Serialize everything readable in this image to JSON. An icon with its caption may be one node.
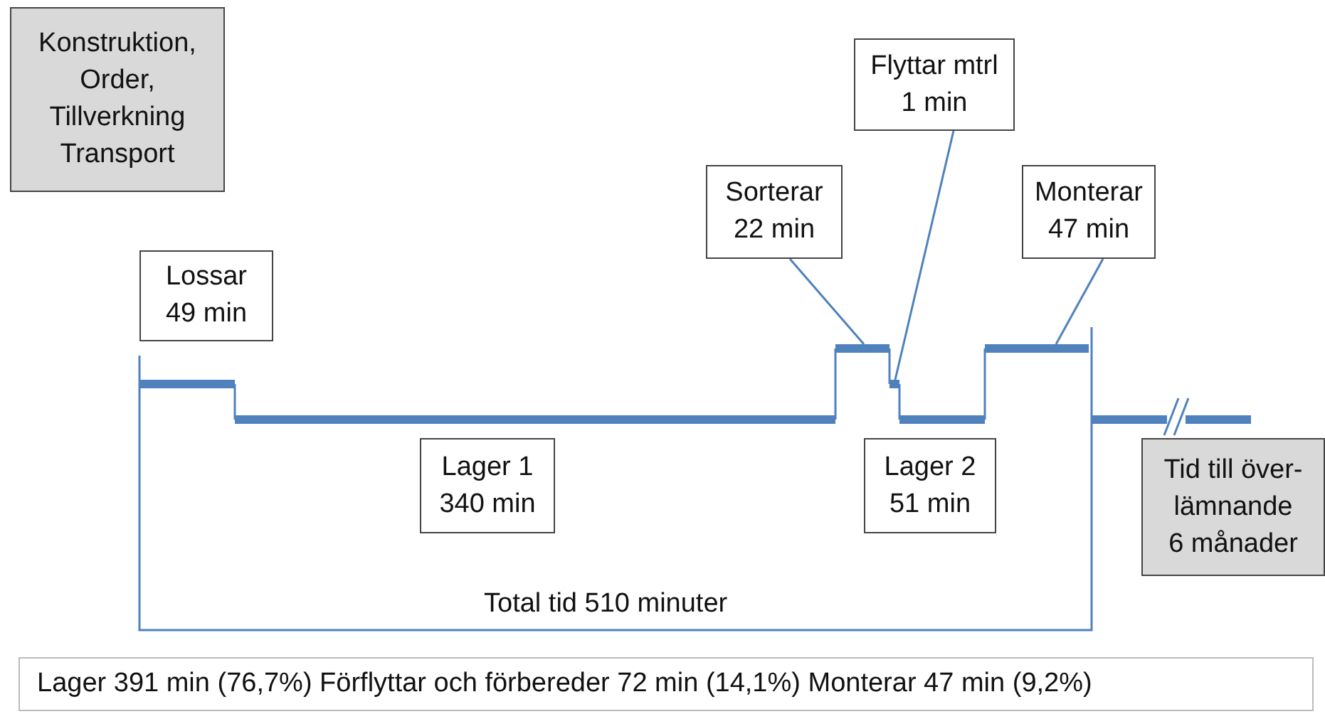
{
  "diagram": {
    "nodes": [
      {
        "text": [
          "Konstruktion, Order, Tillverkning Transport"
        ]
      },
      {
        "text": [
          "Flyttar mtrl 1 min"
        ]
      },
      {
        "text": [
          "Sorterar 22 min"
        ]
      },
      {
        "text": [
          "Monterar 47 min"
        ]
      },
      {
        "text": [
          "Lossar 49 min"
        ]
      },
      {
        "text": [],
        "shape": "bar"
      },
      {
        "text": [],
        "shape": "bar"
      },
      {
        "text": [],
        "shape": "bar"
      },
      {
        "text": [
          "Lager 1 340 min"
        ]
      },
      {
        "text": [
          "Lager 2 51 min"
        ]
      },
      {
        "text": [
          "Tid till över- lämnande 6 månader"
        ]
      },
      {
        "text": [
          "Lager 391 min (76,7%) Förflyttar och förbereder 72 min (14,1%) Monterar 47 min (9,2%)"
        ]
      }
    ],
    "edges": [
      {
        "from": 1,
        "to": 6,
        "arrow": "none"
      },
      {
        "from": 2,
        "to": 5,
        "arrow": "none"
      },
      {
        "from": 3,
        "to": 7,
        "arrow": "none"
      }
    ],
    "labels": [
      "Total tid 510 minuter"
    ]
  }
}
